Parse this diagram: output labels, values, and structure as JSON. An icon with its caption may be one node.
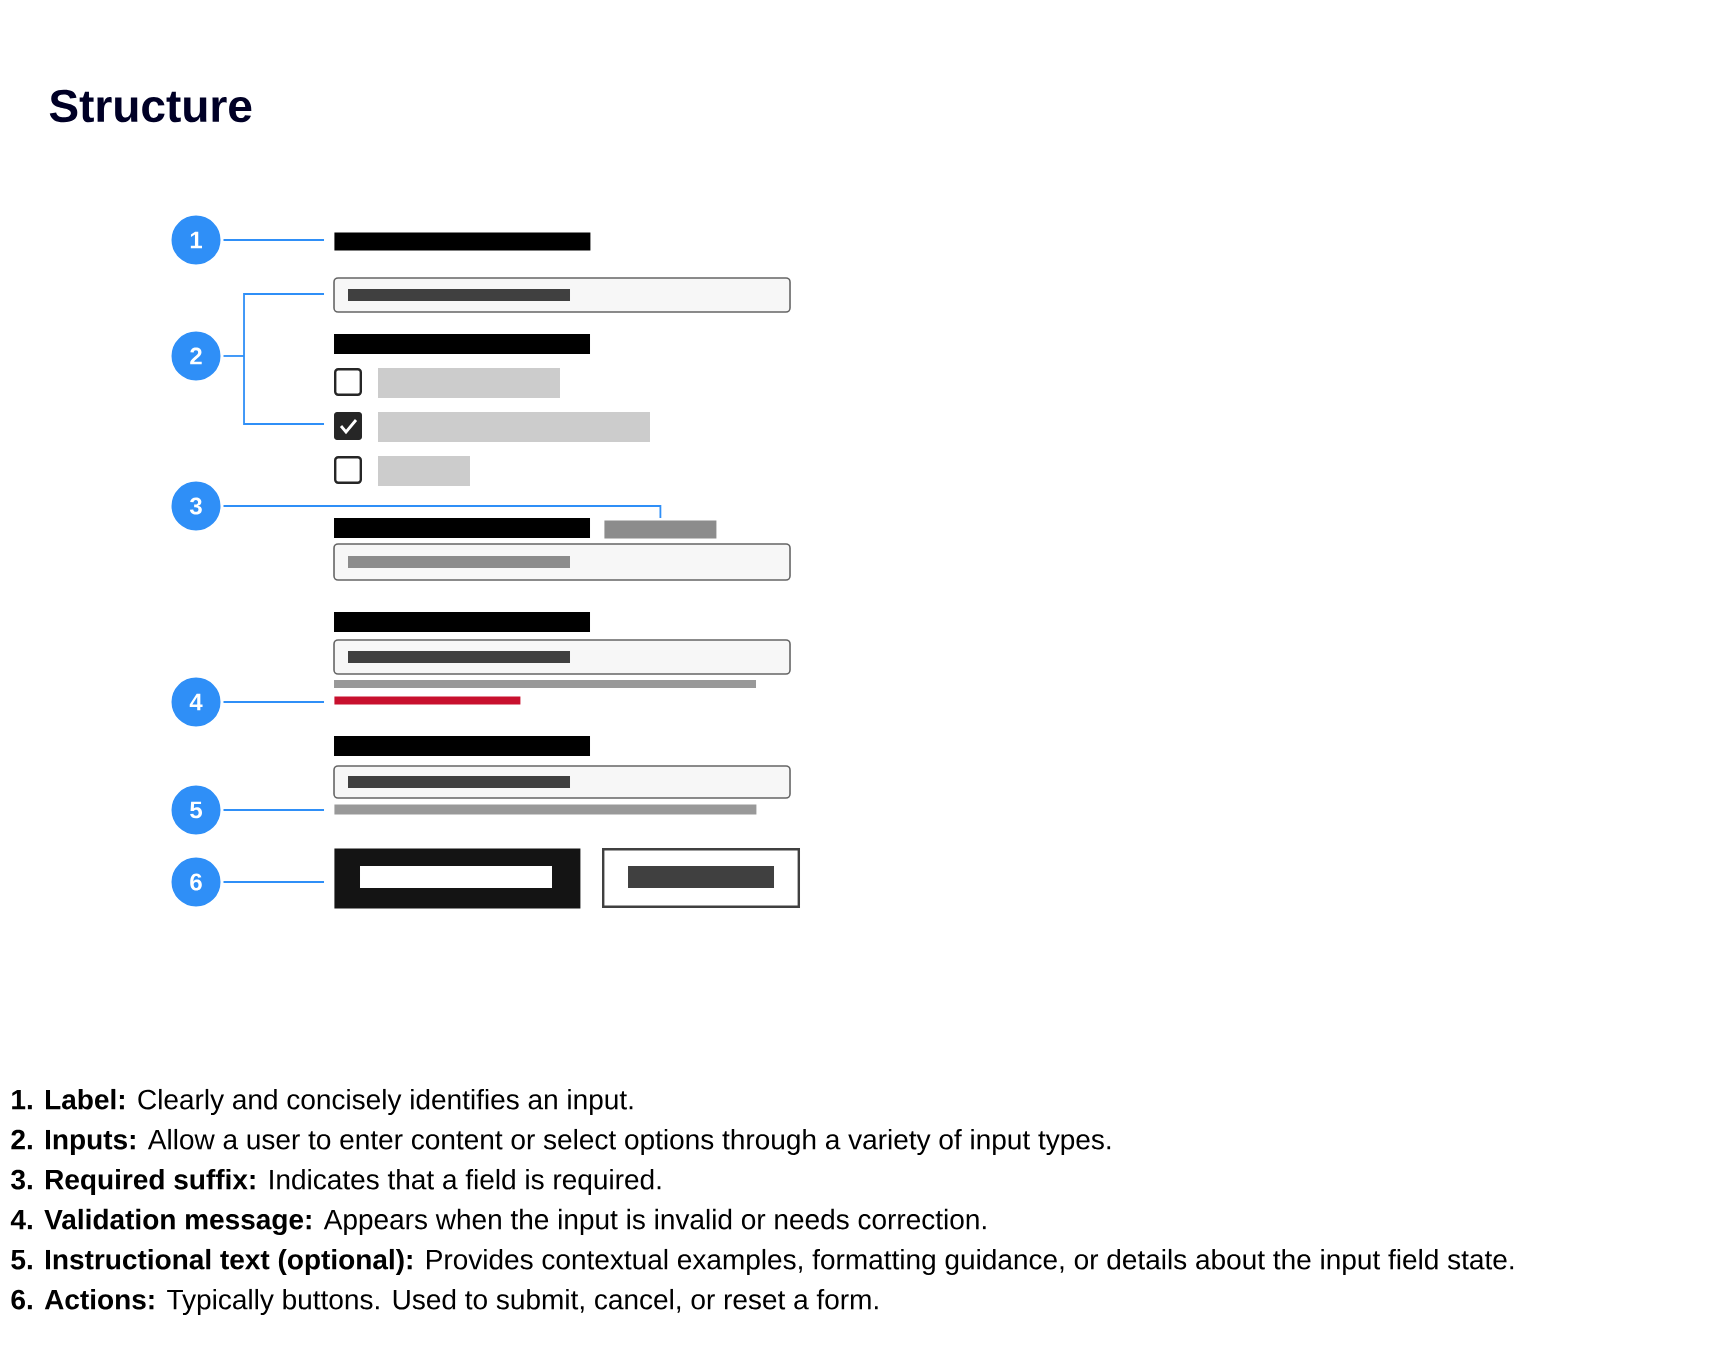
{
  "diagram": {
    "title": "Structure",
    "nodes": [
      {
        "text": [
          "1"
        ]
      },
      {
        "text": [
          "2"
        ]
      },
      {
        "text": [
          "3"
        ]
      },
      {
        "text": [
          "4"
        ]
      },
      {
        "text": [
          "5"
        ]
      },
      {
        "text": [
          "6"
        ]
      },
      {
        "text": [],
        "shape": "bar"
      },
      {
        "text": [],
        "shape": "bar"
      },
      {
        "text": [],
        "shape": "bar"
      },
      {
        "text": [],
        "shape": "bar"
      },
      {
        "text": [],
        "shape": "box"
      },
      {
        "text": [],
        "shape": "bracket"
      }
    ],
    "edges": [
      {
        "from": 0,
        "to": 6,
        "arrow": "none"
      },
      {
        "from": 1,
        "to": 11,
        "arrow": "none"
      },
      {
        "from": 2,
        "to": 7,
        "arrow": "none"
      },
      {
        "from": 3,
        "to": 8,
        "arrow": "none"
      },
      {
        "from": 4,
        "to": 9,
        "arrow": "none"
      },
      {
        "from": 5,
        "to": 10,
        "arrow": "none"
      }
    ],
    "labels": [
      "**1. Label:** Clearly and concisely identifies an input.",
      "**2. Inputs:** Allow a user to enter content or select options through a variety of input types.",
      "**3. Required suffix:** Indicates that a field is required.",
      "**4. Validation message:** Appears when the input is invalid or needs correction.",
      "**5. Instructional text (optional):** Provides contextual examples, formatting guidance, or details about the input field state.",
      "**6. Actions:** Typically buttons. Used to submit, cancel, or reset a form."
    ]
  }
}
